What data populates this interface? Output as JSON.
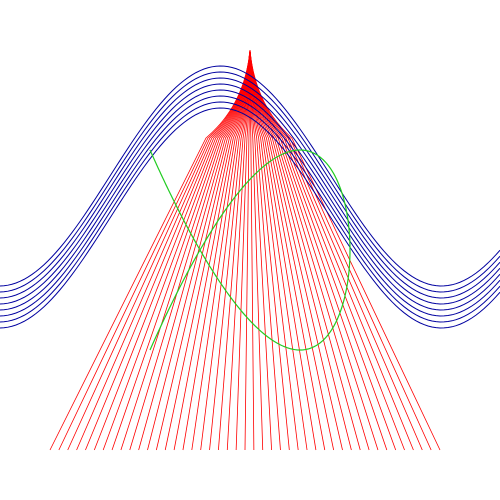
{
  "canvas": {
    "background": "#ffffff"
  },
  "fan": {
    "color": "#ff0000",
    "line_count": 45
  },
  "wave_band": {
    "color": "#0000a0",
    "line_count": 8
  },
  "lissajous": {
    "color": "#22cc22",
    "curve_type": "lissajous",
    "frequency_ratio": "2:3"
  }
}
